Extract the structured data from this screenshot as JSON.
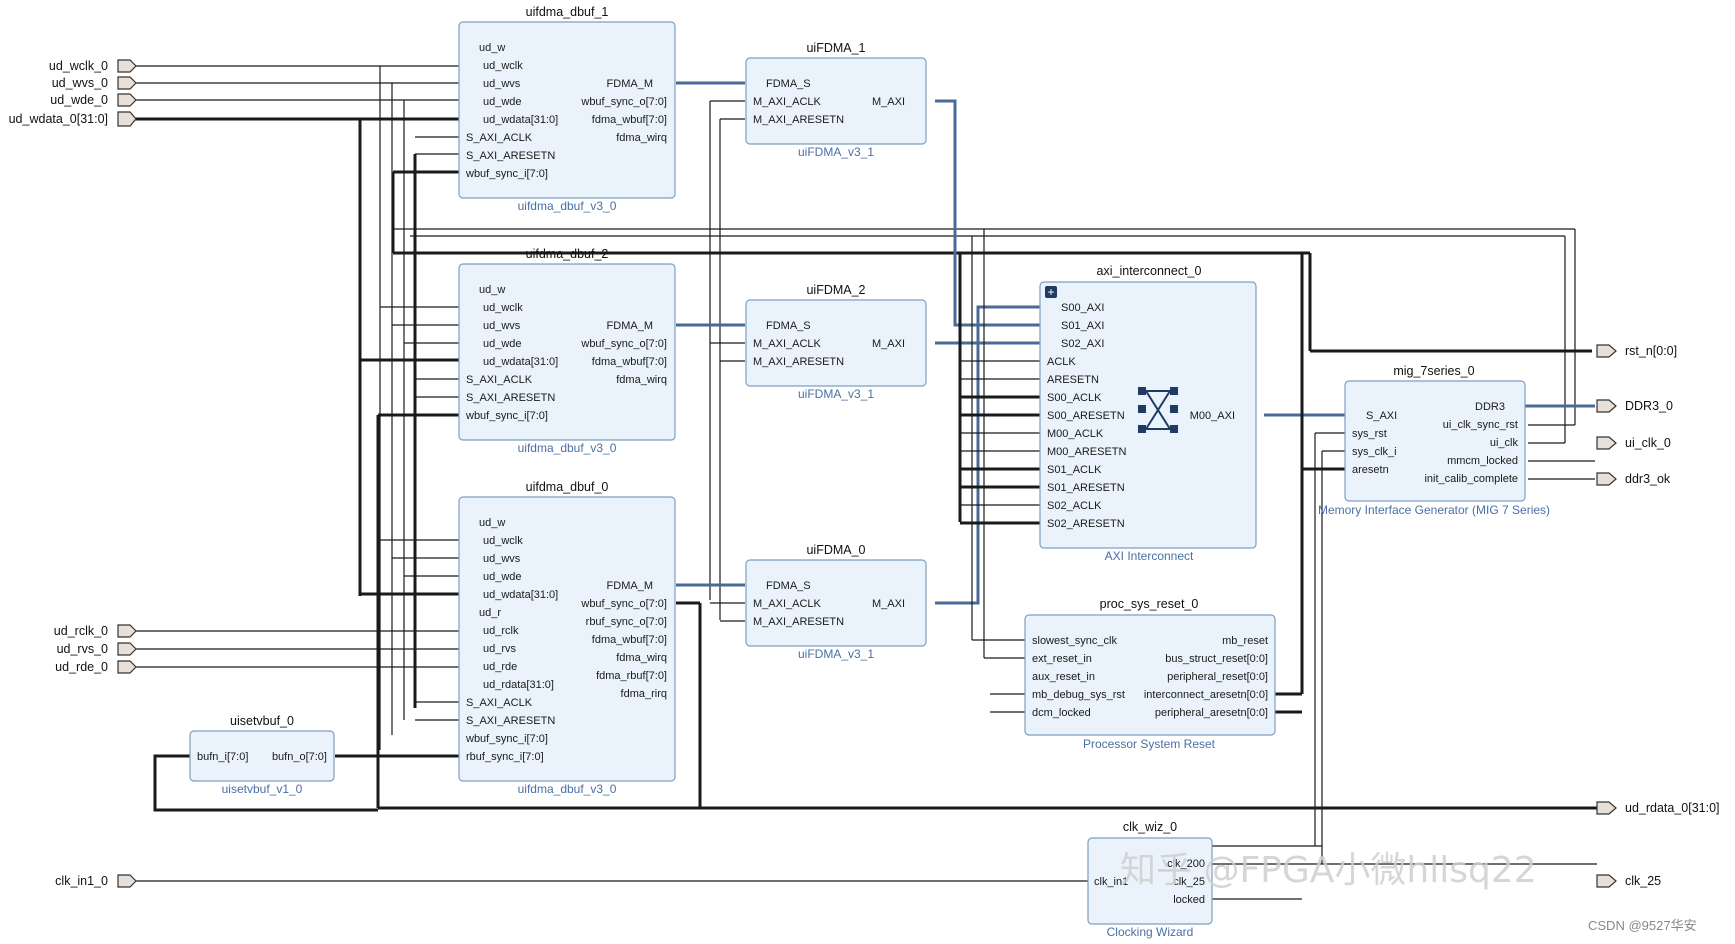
{
  "blocks": {
    "uifdma_dbuf_1": {
      "title": "uifdma_dbuf_1",
      "sub": "uifdma_dbuf_v3_0",
      "left": [
        "ud_w",
        "ud_wclk",
        "ud_wvs",
        "ud_wde",
        "ud_wdata[31:0]",
        "S_AXI_ACLK",
        "S_AXI_ARESETN",
        "wbuf_sync_i[7:0]"
      ],
      "right": [
        "FDMA_M",
        "wbuf_sync_o[7:0]",
        "fdma_wbuf[7:0]",
        "fdma_wirq"
      ]
    },
    "uifdma_dbuf_2": {
      "title": "uifdma_dbuf_2",
      "sub": "uifdma_dbuf_v3_0",
      "left": [
        "ud_w",
        "ud_wclk",
        "ud_wvs",
        "ud_wde",
        "ud_wdata[31:0]",
        "S_AXI_ACLK",
        "S_AXI_ARESETN",
        "wbuf_sync_i[7:0]"
      ],
      "right": [
        "FDMA_M",
        "wbuf_sync_o[7:0]",
        "fdma_wbuf[7:0]",
        "fdma_wirq"
      ]
    },
    "uifdma_dbuf_0": {
      "title": "uifdma_dbuf_0",
      "sub": "uifdma_dbuf_v3_0",
      "left": [
        "ud_w",
        "ud_wclk",
        "ud_wvs",
        "ud_wde",
        "ud_wdata[31:0]",
        "ud_r",
        "ud_rclk",
        "ud_rvs",
        "ud_rde",
        "ud_rdata[31:0]",
        "S_AXI_ACLK",
        "S_AXI_ARESETN",
        "wbuf_sync_i[7:0]",
        "rbuf_sync_i[7:0]"
      ],
      "right": [
        "FDMA_M",
        "wbuf_sync_o[7:0]",
        "rbuf_sync_o[7:0]",
        "fdma_wbuf[7:0]",
        "fdma_wirq",
        "fdma_rbuf[7:0]",
        "fdma_rirq"
      ]
    },
    "uiFDMA_1": {
      "title": "uiFDMA_1",
      "sub": "uiFDMA_v3_1",
      "left": [
        "FDMA_S",
        "M_AXI_ACLK",
        "M_AXI_ARESETN"
      ],
      "right": [
        "M_AXI"
      ]
    },
    "uiFDMA_2": {
      "title": "uiFDMA_2",
      "sub": "uiFDMA_v3_1",
      "left": [
        "FDMA_S",
        "M_AXI_ACLK",
        "M_AXI_ARESETN"
      ],
      "right": [
        "M_AXI"
      ]
    },
    "uiFDMA_0": {
      "title": "uiFDMA_0",
      "sub": "uiFDMA_v3_1",
      "left": [
        "FDMA_S",
        "M_AXI_ACLK",
        "M_AXI_ARESETN"
      ],
      "right": [
        "M_AXI"
      ]
    },
    "axi_interconnect_0": {
      "title": "axi_interconnect_0",
      "sub": "AXI Interconnect",
      "left": [
        "S00_AXI",
        "S01_AXI",
        "S02_AXI",
        "ACLK",
        "ARESETN",
        "S00_ACLK",
        "S00_ARESETN",
        "M00_ACLK",
        "M00_ARESETN",
        "S01_ACLK",
        "S01_ARESETN",
        "S02_ACLK",
        "S02_ARESETN"
      ],
      "right": [
        "M00_AXI"
      ]
    },
    "mig_7series_0": {
      "title": "mig_7series_0",
      "sub": "Memory Interface Generator (MIG 7 Series)",
      "left": [
        "S_AXI",
        "sys_rst",
        "sys_clk_i",
        "aresetn"
      ],
      "right": [
        "DDR3",
        "ui_clk_sync_rst",
        "ui_clk",
        "mmcm_locked",
        "init_calib_complete"
      ]
    },
    "proc_sys_reset_0": {
      "title": "proc_sys_reset_0",
      "sub": "Processor System Reset",
      "left": [
        "slowest_sync_clk",
        "ext_reset_in",
        "aux_reset_in",
        "mb_debug_sys_rst",
        "dcm_locked"
      ],
      "right": [
        "mb_reset",
        "bus_struct_reset[0:0]",
        "peripheral_reset[0:0]",
        "interconnect_aresetn[0:0]",
        "peripheral_aresetn[0:0]"
      ]
    },
    "uisetvbuf_0": {
      "title": "uisetvbuf_0",
      "sub": "uisetvbuf_v1_0",
      "left": [
        "bufn_i[7:0]"
      ],
      "right": [
        "bufn_o[7:0]"
      ]
    },
    "clk_wiz_0": {
      "title": "clk_wiz_0",
      "sub": "Clocking Wizard",
      "left": [
        "clk_in1"
      ],
      "right": [
        "clk_200",
        "clk_25",
        "locked"
      ]
    }
  },
  "external_ports": {
    "inputs": [
      "ud_wclk_0",
      "ud_wvs_0",
      "ud_wde_0",
      "ud_wdata_0[31:0]",
      "ud_rclk_0",
      "ud_rvs_0",
      "ud_rde_0",
      "clk_in1_0"
    ],
    "outputs": [
      "rst_n[0:0]",
      "DDR3_0",
      "ui_clk_0",
      "ddr3_ok",
      "ud_rdata_0[31:0]",
      "clk_25"
    ]
  },
  "watermark": "知乎 @FPGA小微hllsq22",
  "credit": "CSDN @9527华安"
}
